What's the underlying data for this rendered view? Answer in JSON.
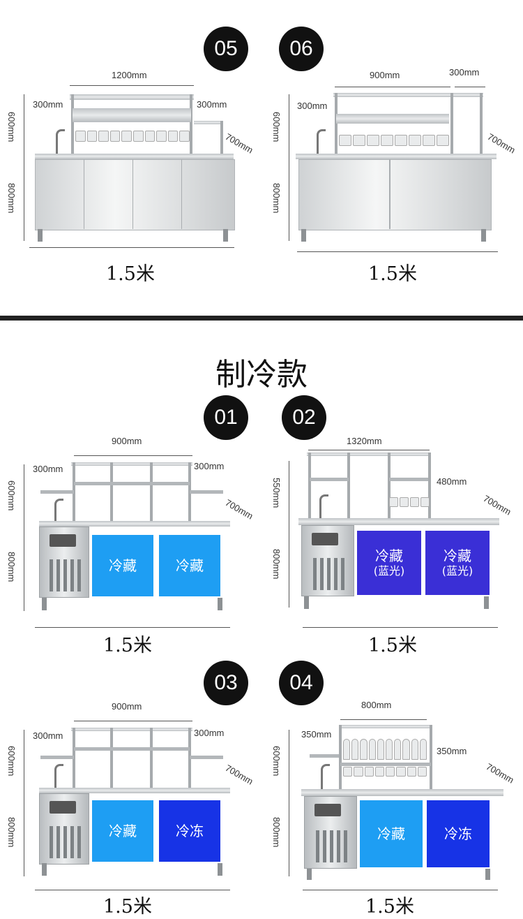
{
  "section_top": {
    "items": [
      {
        "badge": "05",
        "dims": {
          "width": "1200mm",
          "left": "300mm",
          "right": "300mm",
          "height_top": "600mm",
          "height_bottom": "800mm",
          "depth": "700mm"
        },
        "size": "1.5米"
      },
      {
        "badge": "06",
        "dims": {
          "width": "900mm",
          "left": "300mm",
          "right": "300mm",
          "height_top": "600mm",
          "height_bottom": "800mm",
          "depth": "700mm"
        },
        "size": "1.5米"
      }
    ]
  },
  "heading": "制冷款",
  "section_bottom": {
    "items": [
      {
        "badge": "01",
        "dims": {
          "width": "900mm",
          "left": "300mm",
          "right": "300mm",
          "height_top": "600mm",
          "height_bottom": "800mm",
          "depth": "700mm"
        },
        "doors": [
          {
            "label": "冷藏",
            "sub": ""
          },
          {
            "label": "冷藏",
            "sub": ""
          }
        ],
        "size": "1.5米"
      },
      {
        "badge": "02",
        "dims": {
          "width": "1320mm",
          "right": "480mm",
          "height_top": "550mm",
          "height_bottom": "800mm",
          "depth": "700mm"
        },
        "doors": [
          {
            "label": "冷藏",
            "sub": "(蓝光)"
          },
          {
            "label": "冷藏",
            "sub": "(蓝光)"
          }
        ],
        "size": "1.5米"
      },
      {
        "badge": "03",
        "dims": {
          "width": "900mm",
          "left": "300mm",
          "right": "300mm",
          "height_top": "600mm",
          "height_bottom": "800mm",
          "depth": "700mm"
        },
        "doors": [
          {
            "label": "冷藏",
            "sub": ""
          },
          {
            "label": "冷冻",
            "sub": ""
          }
        ],
        "size": "1.5米"
      },
      {
        "badge": "04",
        "dims": {
          "width": "800mm",
          "left": "350mm",
          "right": "350mm",
          "height_top": "600mm",
          "height_bottom": "800mm",
          "depth": "700mm"
        },
        "doors": [
          {
            "label": "冷藏",
            "sub": ""
          },
          {
            "label": "冷冻",
            "sub": ""
          }
        ],
        "size": "1.5米"
      }
    ]
  },
  "colors": {
    "refrigerate": "#1e9ef3",
    "blue_light": "#3a2fd6",
    "freeze": "#1733e6",
    "badge": "#111111",
    "separator": "#222222"
  }
}
